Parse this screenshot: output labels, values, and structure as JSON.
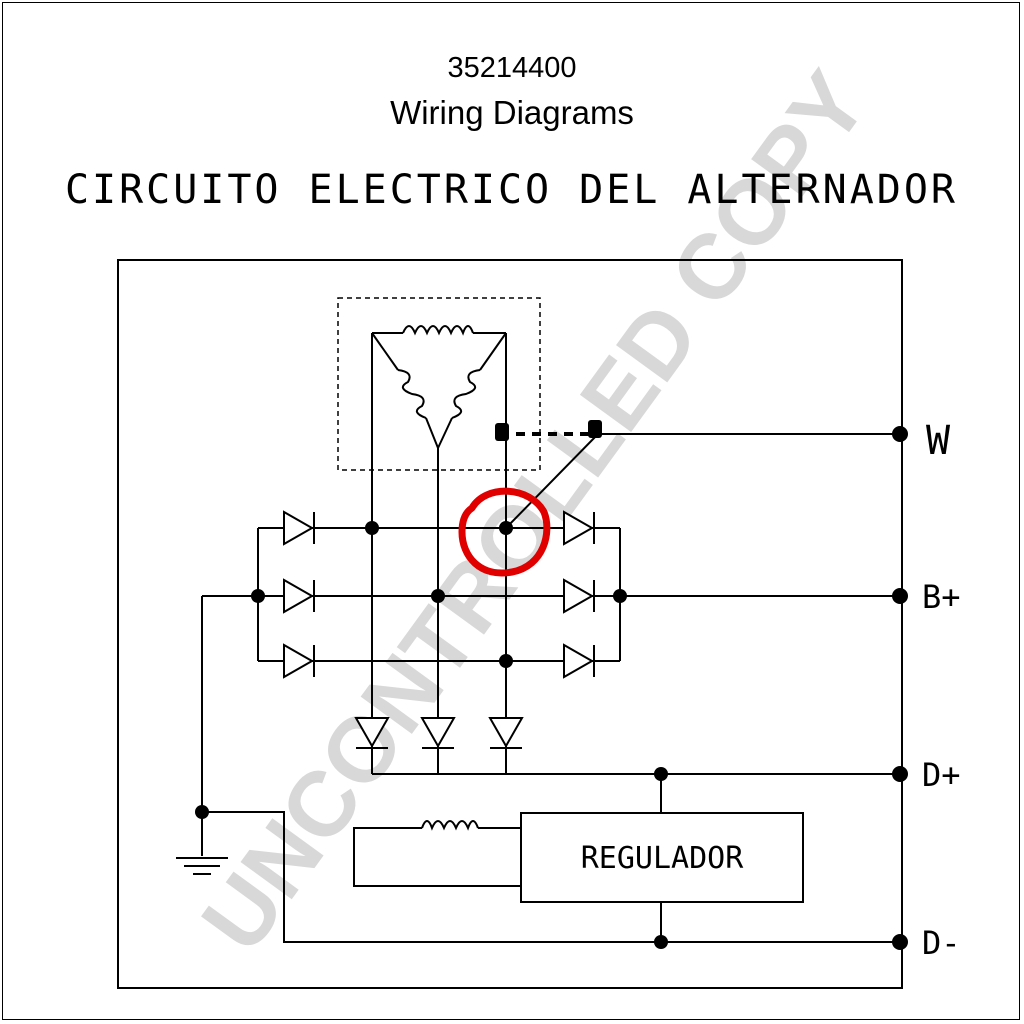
{
  "header": {
    "part_number": "35214400",
    "subtitle": "Wiring Diagrams",
    "title": "CIRCUITO ELECTRICO DEL ALTERNADOR"
  },
  "terminals": {
    "w": "W",
    "b_plus": "B+",
    "d_plus": "D+",
    "d_minus": "D-"
  },
  "regulator": {
    "label": "REGULADOR"
  },
  "watermark": "UNCONTROLLED COPY",
  "colors": {
    "line": "#000000",
    "highlight": "#e00000",
    "watermark": "#d8d8d8"
  }
}
